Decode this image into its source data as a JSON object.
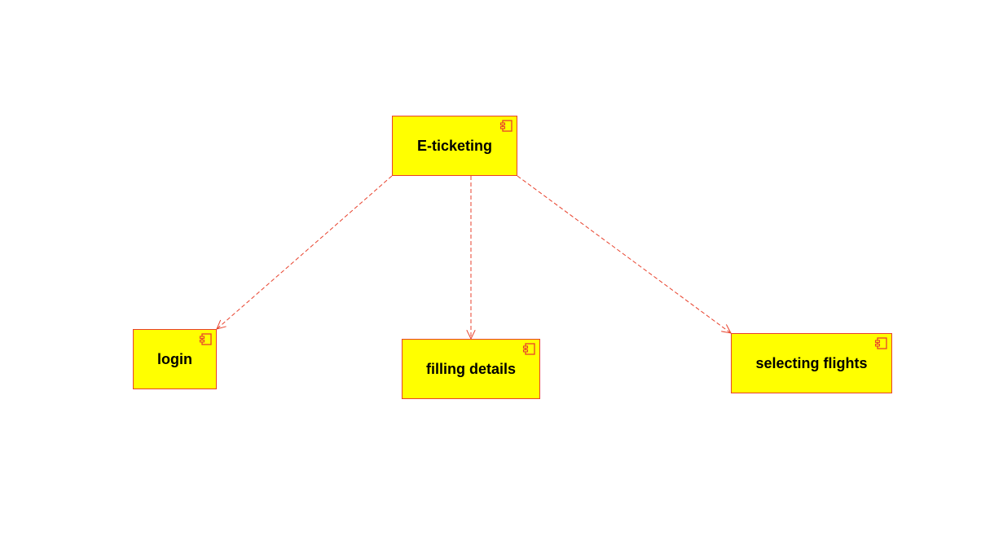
{
  "diagram": {
    "type": "component-diagram",
    "colors": {
      "fill": "#ffff00",
      "border": "#e8412c",
      "edge": "#e8412c",
      "text": "#000000",
      "background": "#ffffff"
    },
    "components": [
      {
        "id": "eticketing",
        "label": "E-ticketing",
        "icon": "component-icon"
      },
      {
        "id": "login",
        "label": "login",
        "icon": "component-icon"
      },
      {
        "id": "filling",
        "label": "filling details",
        "icon": "component-icon"
      },
      {
        "id": "selecting",
        "label": "selecting flights",
        "icon": "component-icon"
      }
    ],
    "dependencies": [
      {
        "from": "eticketing",
        "to": "login",
        "style": "dashed",
        "arrow": "open"
      },
      {
        "from": "eticketing",
        "to": "filling",
        "style": "dashed",
        "arrow": "open"
      },
      {
        "from": "eticketing",
        "to": "selecting",
        "style": "dashed",
        "arrow": "open"
      }
    ]
  }
}
